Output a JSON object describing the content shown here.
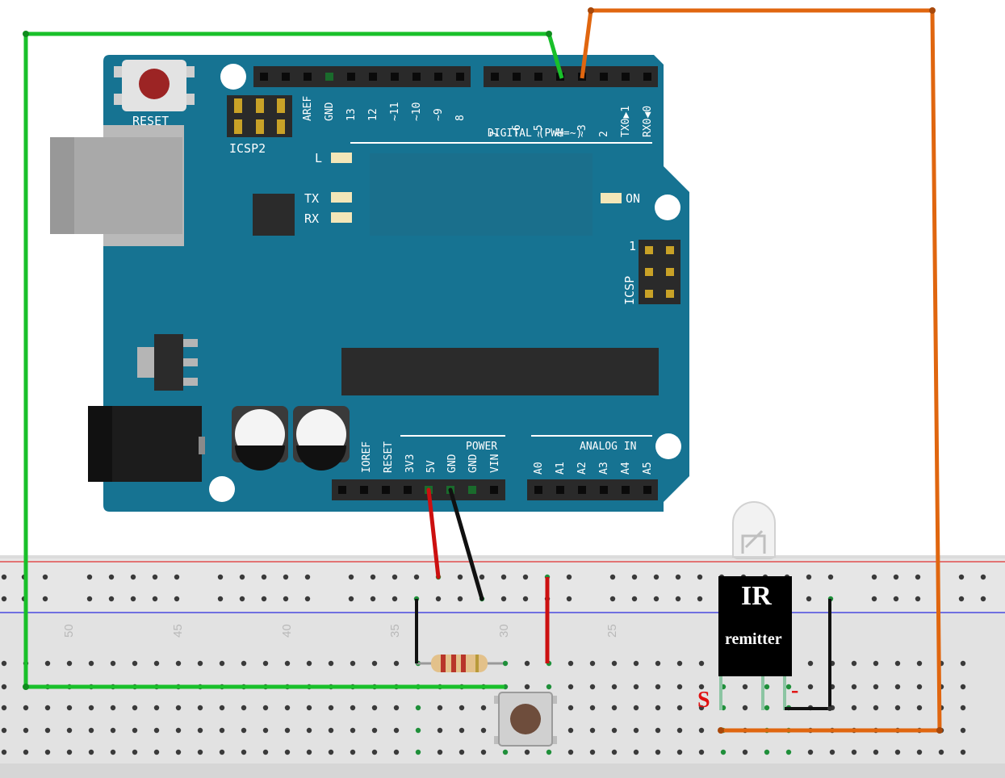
{
  "board": {
    "reset_label": "RESET",
    "icsp2_label": "ICSP2",
    "icsp_label": "ICSP",
    "icsp_pin1_label": "1",
    "digital_label": "DIGITAL (PWM=~)",
    "digital_pins_left": [
      "AREF",
      "GND",
      "13",
      "12",
      "~11",
      "~10",
      "~9",
      "8"
    ],
    "digital_pins_right": [
      "7",
      "~6",
      "~5",
      "4",
      "~3",
      "2",
      "TX0▶1",
      "RX0◀0"
    ],
    "led_l": "L",
    "led_tx": "TX",
    "led_rx": "RX",
    "led_on": "ON",
    "power_label": "POWER",
    "power_pins": [
      "IOREF",
      "RESET",
      "3V3",
      "5V",
      "GND",
      "GND",
      "VIN"
    ],
    "analog_label": "ANALOG IN",
    "analog_pins": [
      "A0",
      "A1",
      "A2",
      "A3",
      "A4",
      "A5"
    ],
    "colors": {
      "pcb": "#167392",
      "header": "#2a2a2a",
      "led": "#f3e6b8"
    }
  },
  "breadboard": {
    "column_numbers": [
      "50",
      "45",
      "40",
      "35",
      "30",
      "25"
    ]
  },
  "ir_module": {
    "title": "IR",
    "subtitle": "remitter",
    "signal_mark": "S",
    "minus_mark": "-"
  },
  "wire_colors": {
    "green": "#19c02a",
    "orange": "#e0660f",
    "red": "#cc1010",
    "black": "#111111"
  }
}
